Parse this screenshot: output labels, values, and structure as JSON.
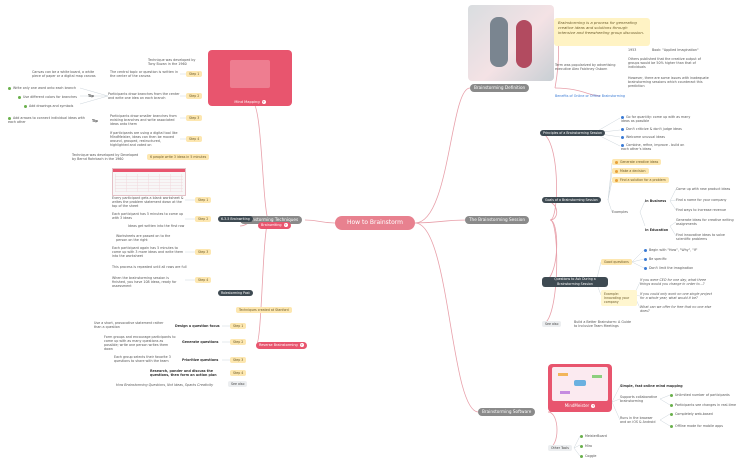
{
  "center": {
    "label": "How to Brainstorm"
  },
  "main": {
    "definition": "Brainstorming Definition",
    "session": "The Brainstorming Session",
    "techniques": "Brainstorming Techniques",
    "software": "Brainstorming Software"
  },
  "definition": {
    "quote": "Brainstorming is a process for generating creative ideas and solutions through intensive and freewheeling group discussion.",
    "y1953": "1953",
    "book": "Book: \"Applied Imagination\"",
    "popularized": "Term was popularized by advertising executive Alex Faickney Osborn",
    "others1": "Others published that the creative output of groups would be 50% higher than that of individuals",
    "others2": "However, there are some issues with inadequate brainstorming sessions which counteract this prediction",
    "benefits": "Benefits of Online or Offline Brainstorming"
  },
  "session": {
    "principles": "Principles of a Brainstorming Session",
    "p1": "Go for quantity: come up with as many ideas as possible",
    "p2": "Don't criticize & don't judge ideas",
    "p3": "Welcome unusual ideas",
    "p4": "Combine, refine, improve - build on each other's ideas",
    "goals": "Goals of a Brainstorming Session",
    "g1": "Generate creative ideas",
    "g2": "Make a decision",
    "g3": "Find a solution for a problem",
    "examples": "Examples",
    "business": "In Business",
    "b1": "Come up with new product ideas",
    "b2": "Find a name for your company",
    "b3": "Find ways to increase revenue",
    "education": "In Education",
    "e1": "Generate ideas for creative writing assignments",
    "e2": "Find innovative ideas to solve scientific problems",
    "questions": "Questions to Ask During a Brainstorming Session",
    "goodq": "Good questions",
    "q1": "Begin with \"How\", \"Why\", \"If\"",
    "q2": "Be specific",
    "q3": "Don't limit the imagination",
    "exq": "Example: Innovating your company",
    "x1": "If you were CEO for one day, what three things would you change in order to...?",
    "x2": "If you could only work on one single project for a whole year, what would it be?",
    "x3": "What can we offer for free that no one else does?",
    "seealso": "See also",
    "seealso_text": "Build a Better Brainstorm: A Guide to Inclusive Team Meetings"
  },
  "software": {
    "mindmeister": "MindMeister",
    "simple": "Simple, fast online mind mapping",
    "collab": "Supports collaborative brainstorming",
    "c1": "Unlimited number of participants",
    "c2": "Participants see changes in real-time",
    "runs": "Runs in the browser and on iOS & Android",
    "r1": "Completely web-based",
    "r2": "Offline mode for mobile apps",
    "other": "Other Tools",
    "o1": "MeisterBoard",
    "o2": "Miro",
    "o3": "Coggle"
  },
  "techniques": {
    "mindmapping": "Mind Mapping",
    "brainwriting": "Brainwriting",
    "m635": "6-3-5 Brainwriting",
    "rolestorming": "Rolestorming Post",
    "reverse": "Reverse Brainstorming",
    "tony": "Technique was developed by Tony Buzan in the 1960",
    "central": "The central topic or question is written in the center of the canvas",
    "canvas": "Canvas can be a white board, a white piece of paper or a digital map canvas",
    "participants": "Participants draw branches from the center and write one idea on each branch",
    "tip": "Tip",
    "tip1": "Write only one word onto each branch",
    "tip2": "Use different colors for branches",
    "tip3": "Add drawings and symbols",
    "tip4": "Add arrows to connect individual ideas with each other",
    "sub": "Participants draw smaller branches from existing branches and write associated ideas onto them",
    "digital": "If participants are using a digital tool like MindMeister, ideas can then be moved around, grouped, restructured, highlighted and voted on",
    "s1": "Step 1",
    "s2": "Step 2",
    "s3": "Step 3",
    "s4": "Step 4",
    "b635": "6 people write 3 ideas in 5 minutes",
    "rohrbach": "Technique was developed by Developed by Bernd Rohrbach in the 1960",
    "bw1": "Every participant gets a blank worksheet & writes the problem statement down at the top of the sheet",
    "bw2": "Each participant has 5 minutes to come up with 3 ideas",
    "bw2b": "Ideas get written into the first row",
    "bw2c": "Worksheets are passed on to the person on the right",
    "bw3": "Each participant again has 5 minutes to come up with 3 more ideas and write them into the worksheet",
    "bw3b": "This process is repeated until all rows are full",
    "bw4": "When the brainstorming session is finished, you have 108 ideas, ready for assessment",
    "starbursting_origin": "Techniques created at Stanford",
    "rs1": "Use a short, provocative statement rather than a question",
    "rs1t": "Design a question focus",
    "rs2": "Form groups and encourage participants to come up with as many questions as possible; write one person writes them down",
    "rs2t": "Generate questions",
    "rs3": "Each group selects their favorite 3 questions to share with the team",
    "rs3t": "Prioritize questions",
    "rs4": "Research, ponder and discuss the questions, then form an action plan",
    "rs5": "Step 5",
    "related": "How Brainstorming Questions, Not Ideas, Sparks Creativity",
    "related_btn": "See also"
  },
  "colors": {
    "accent": "#e8556e",
    "center": "#e8818f",
    "main": "#8a8a8a",
    "dark": "#3e4a52",
    "step": "#fde7b0",
    "green": "#6ab04c",
    "blue": "#3a7bd5"
  }
}
